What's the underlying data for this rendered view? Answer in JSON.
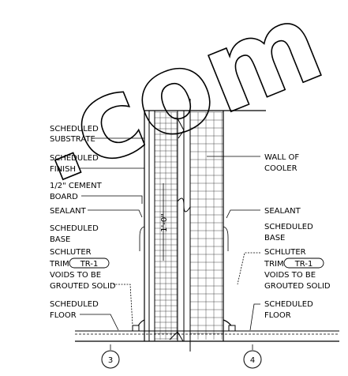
{
  "watermark": ".com",
  "labels_left": {
    "substrate_1": "SCHEDULED",
    "substrate_2": "SUBSTRATE",
    "finish_1": "SCHEDULED",
    "finish_2": "FINISH",
    "cement_1": "1/2\" CEMENT",
    "cement_2": "BOARD",
    "sealant": "SEALANT",
    "base_1": "SCHEDULED",
    "base_2": "BASE",
    "schluter_1": "SCHLUTER",
    "trim_prefix": "TRIM",
    "trim_tag": "TR-1",
    "voids_1": "VOIDS TO BE",
    "voids_2": "GROUTED SOLID",
    "floor_1": "SCHEDULED",
    "floor_2": "FLOOR"
  },
  "labels_right": {
    "wall_1": "WALL OF",
    "wall_2": "COOLER",
    "sealant": "SEALANT",
    "base_1": "SCHEDULED",
    "base_2": "BASE",
    "schluter_1": "SCHLUTER",
    "trim_prefix": "TRIM",
    "trim_tag": "TR-1",
    "voids_1": "VOIDS TO BE",
    "voids_2": "GROUTED SOLID",
    "floor_1": "SCHEDULED",
    "floor_2": "FLOOR"
  },
  "dimension": "1'-0\"",
  "grid_markers": {
    "left": "3",
    "right": "4"
  }
}
